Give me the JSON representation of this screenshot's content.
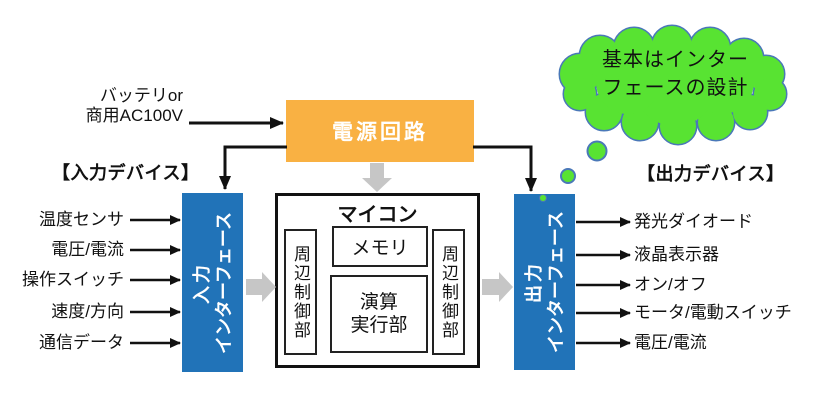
{
  "colors": {
    "power_box_orange": "#F9B143",
    "interface_blue": "#2173B8",
    "cloud_green": "#58E332",
    "cloud_outline": "#4A78B8",
    "bus_arrow_gray": "#C6C6C6",
    "line_black": "#111111"
  },
  "power_source": {
    "line1": "バッテリor",
    "line2": "商用AC100V"
  },
  "power_circuit": {
    "label": "電源回路"
  },
  "input_devices": {
    "heading": "【入力デバイス】",
    "items": [
      "温度センサ",
      "電圧/電流",
      "操作スイッチ",
      "速度/方向",
      "通信データ"
    ]
  },
  "output_devices": {
    "heading": "【出力デバイス】",
    "items": [
      "発光ダイオード",
      "液晶表示器",
      "オン/オフ",
      "モータ/電動スイッチ",
      "電圧/電流"
    ]
  },
  "input_interface": {
    "line1": "入力",
    "line2": "インターフェース"
  },
  "output_interface": {
    "line1": "出力",
    "line2": "インターフェース"
  },
  "microcontroller": {
    "title": "マイコン",
    "memory": "メモリ",
    "alu": {
      "line1": "演算",
      "line2": "実行部"
    },
    "peripheral_left": "周辺制御部",
    "peripheral_right": "周辺制御部"
  },
  "thought_bubble": {
    "line1": "基本はインター",
    "line2": "フェースの設計"
  }
}
